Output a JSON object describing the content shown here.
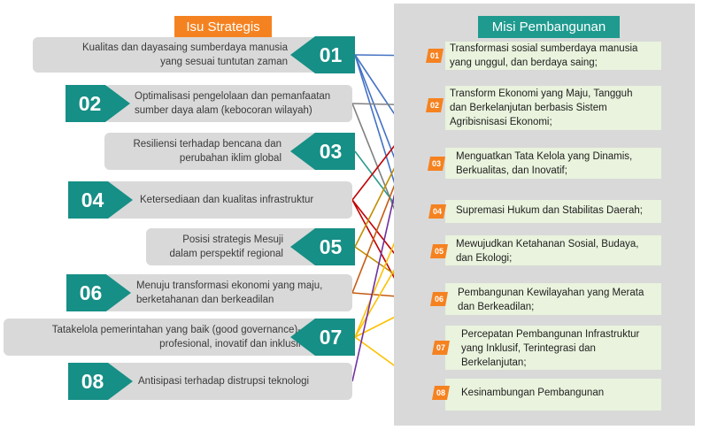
{
  "left_title": "Isu Strategis",
  "right_title": "Misi Pembangunan",
  "issues": [
    {
      "num": "01",
      "line1": "Kualitas dan dayasaing sumberdaya manusia",
      "line2": "yang sesuai tuntutan zaman"
    },
    {
      "num": "02",
      "line1": "Optimalisasi pengelolaan dan pemanfaatan",
      "line2": "sumber daya alam (kebocoran wilayah)"
    },
    {
      "num": "03",
      "line1": "Resiliensi terhadap  bencana dan",
      "line2": "perubahan iklim global"
    },
    {
      "num": "04",
      "line1": "Ketersediaan dan kualitas infrastruktur",
      "line2": ""
    },
    {
      "num": "05",
      "line1": "Posisi strategis Mesuji",
      "line2": "dalam perspektif regional"
    },
    {
      "num": "06",
      "line1": "Menuju transformasi ekonomi  yang maju,",
      "line2": "berketahanan dan berkeadilan"
    },
    {
      "num": "07",
      "line1": "Tatakelola pemerintahan yang baik (good governance)-",
      "line2": "profesional, inovatif dan inklusif"
    },
    {
      "num": "08",
      "line1": "Antisipasi terhadap distrupsi teknologi",
      "line2": ""
    }
  ],
  "missions": [
    {
      "num": "01",
      "line1": "Transformasi sosial sumberdaya manusia",
      "line2": "yang unggul, dan berdaya saing;",
      "line3": ""
    },
    {
      "num": "02",
      "line1": "Transform  Ekonomi  yang Maju, Tangguh",
      "line2": "dan Berkelanjutan berbasis Sistem",
      "line3": "Agribisnisasi Ekonomi;"
    },
    {
      "num": "03",
      "line1": "Menguatkan Tata Kelola yang Dinamis,",
      "line2": "Berkualitas, dan Inovatif;",
      "line3": ""
    },
    {
      "num": "04",
      "line1": "Supremasi Hukum dan Stabilitas Daerah;",
      "line2": "",
      "line3": ""
    },
    {
      "num": "05",
      "line1": "Mewujudkan Ketahanan Sosial, Budaya,",
      "line2": "dan Ekologi;",
      "line3": ""
    },
    {
      "num": "06",
      "line1": "Pembangunan Kewilayahan yang Merata",
      "line2": "dan Berkeadilan;",
      "line3": ""
    },
    {
      "num": "07",
      "line1": "Percepatan Pembangunan Infrastruktur",
      "line2": "yang Inklusif, Terintegrasi dan",
      "line3": "Berkelanjutan;"
    },
    {
      "num": "08",
      "line1": "Kesinambungan Pembangunan",
      "line2": "",
      "line3": ""
    }
  ],
  "links": [
    {
      "from": "01",
      "to": "01",
      "color": "#4472c4"
    },
    {
      "from": "01",
      "to": "03",
      "color": "#4472c4"
    },
    {
      "from": "01",
      "to": "05",
      "color": "#4472c4"
    },
    {
      "from": "01",
      "to": "06",
      "color": "#4472c4"
    },
    {
      "from": "02",
      "to": "02",
      "color": "#808080"
    },
    {
      "from": "02",
      "to": "06",
      "color": "#808080"
    },
    {
      "from": "03",
      "to": "05",
      "color": "#2e9a8c"
    },
    {
      "from": "04",
      "to": "06",
      "color": "#c00000"
    },
    {
      "from": "04",
      "to": "07",
      "color": "#c00000"
    },
    {
      "from": "04",
      "to": "02",
      "color": "#c00000"
    },
    {
      "from": "05",
      "to": "02",
      "color": "#bf8f00"
    },
    {
      "from": "05",
      "to": "06",
      "color": "#bf8f00"
    },
    {
      "from": "06",
      "to": "02",
      "color": "#c55a11"
    },
    {
      "from": "06",
      "to": "06",
      "color": "#c55a11"
    },
    {
      "from": "07",
      "to": "03",
      "color": "#ffc000"
    },
    {
      "from": "07",
      "to": "04",
      "color": "#ffc000"
    },
    {
      "from": "07",
      "to": "06",
      "color": "#ffc000"
    },
    {
      "from": "07",
      "to": "08",
      "color": "#ffc000"
    },
    {
      "from": "08",
      "to": "01",
      "color": "#7030a0"
    }
  ]
}
